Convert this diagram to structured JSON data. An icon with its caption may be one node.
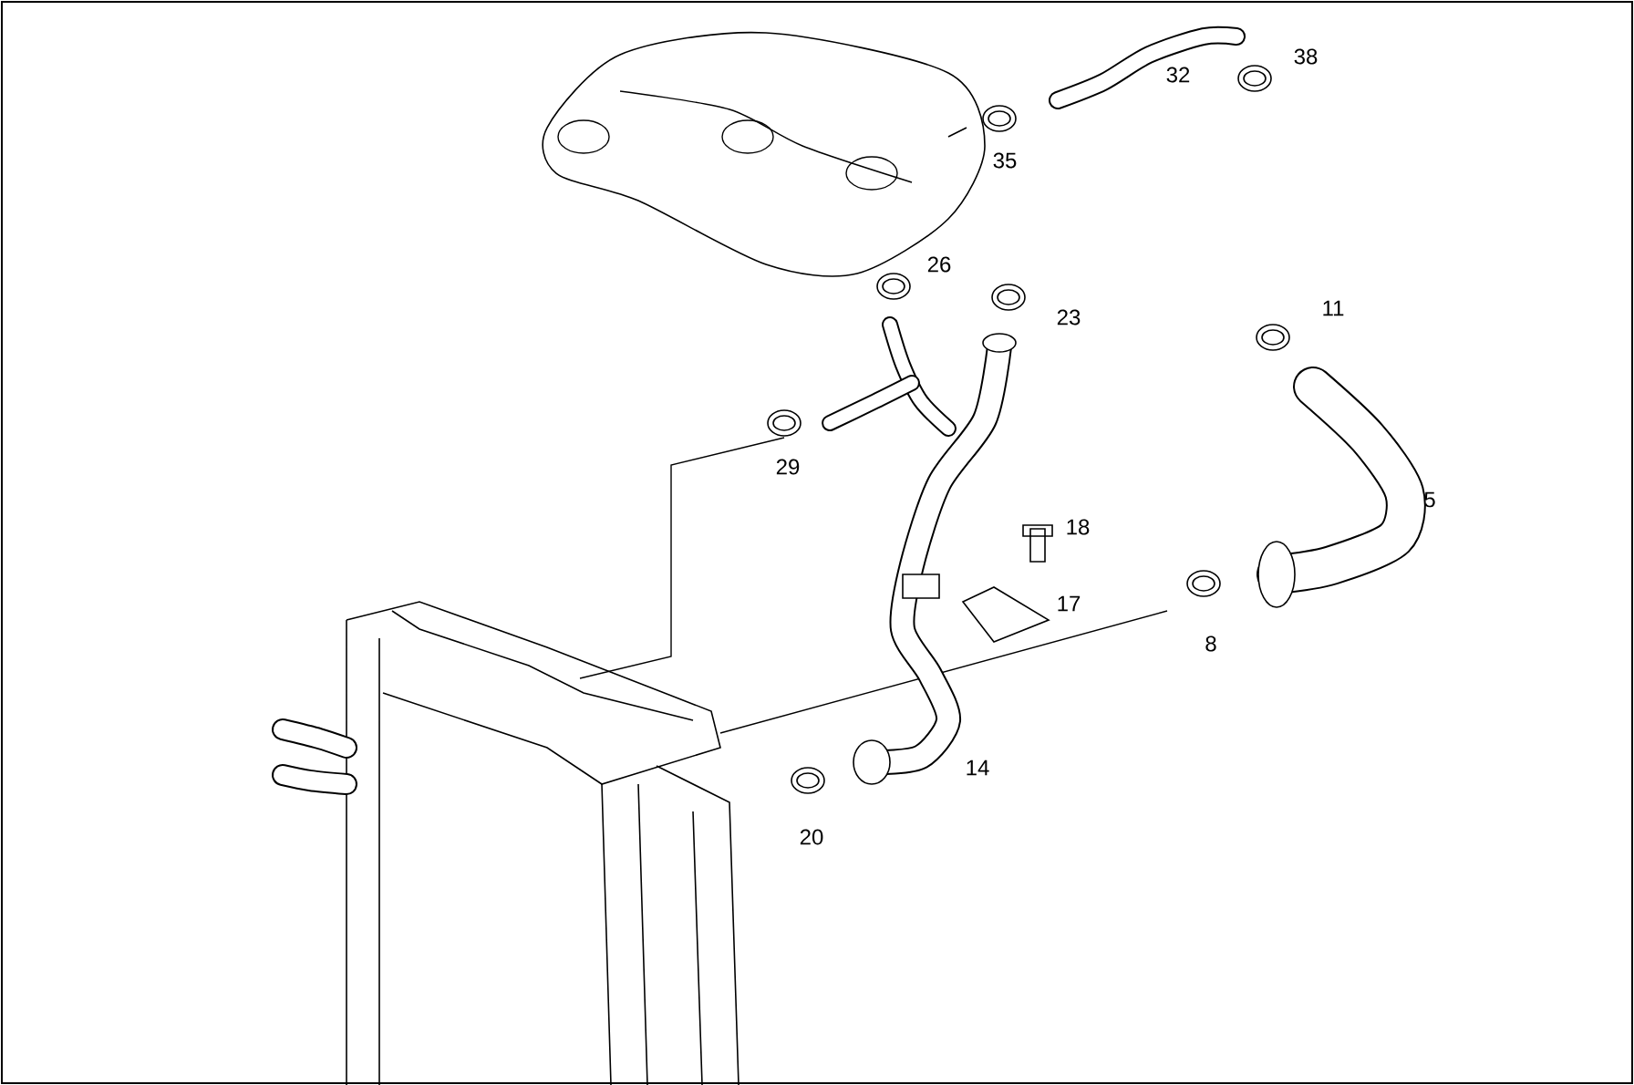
{
  "diagram": {
    "labels": [
      "32",
      "38",
      "35",
      "26",
      "23",
      "11",
      "29",
      "5",
      "18",
      "17",
      "8",
      "14",
      "20"
    ]
  }
}
